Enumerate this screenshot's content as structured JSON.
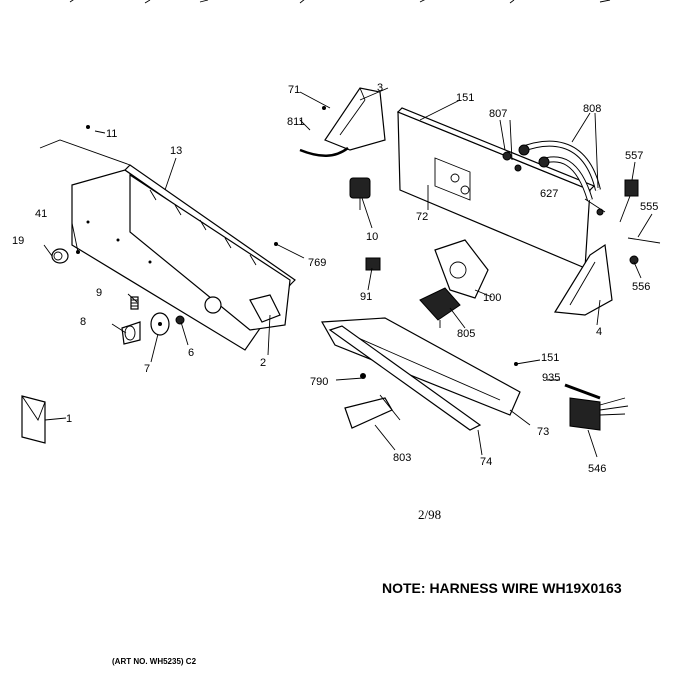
{
  "labels": {
    "l1": "1",
    "l2": "2",
    "l3": "3",
    "l4": "4",
    "l6": "6",
    "l7": "7",
    "l8": "8",
    "l9": "9",
    "l10": "10",
    "l11": "11",
    "l13": "13",
    "l19": "19",
    "l41": "41",
    "l71": "71",
    "l72": "72",
    "l73": "73",
    "l74": "74",
    "l91": "91",
    "l100": "100",
    "l151a": "151",
    "l151b": "151",
    "l546": "546",
    "l555": "555",
    "l556": "556",
    "l557": "557",
    "l627": "627",
    "l769": "769",
    "l790": "790",
    "l803": "803",
    "l805": "805",
    "l807": "807",
    "l808": "808",
    "l811": "811",
    "l935": "935"
  },
  "date": "2/98",
  "note": "NOTE: HARNESS WIRE WH19X0163",
  "art": "(ART NO. WH5235) C2"
}
